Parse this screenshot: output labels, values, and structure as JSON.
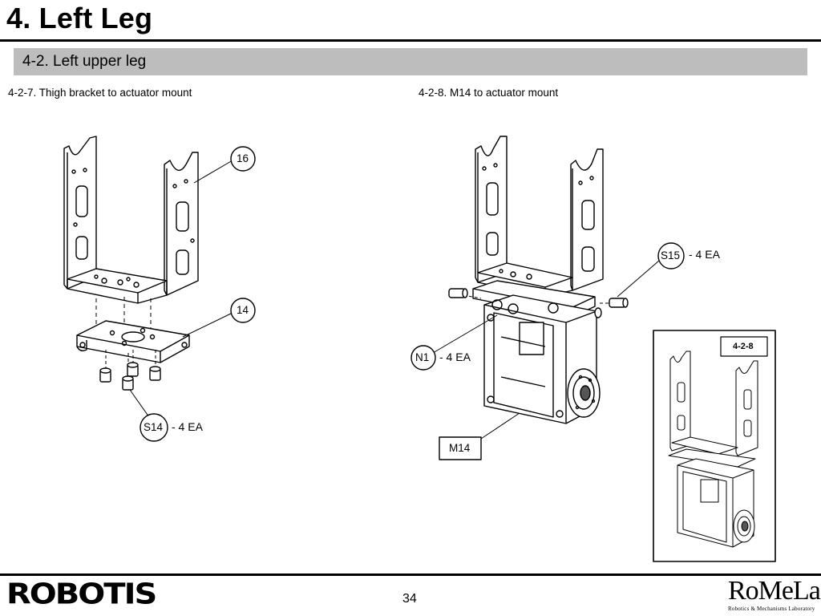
{
  "header": {
    "page_title": "4. Left Leg",
    "section_title": "4-2. Left upper leg"
  },
  "steps": {
    "left": {
      "title": "4-2-7. Thigh bracket to actuator mount",
      "callouts": {
        "part_16": "16",
        "part_14": "14",
        "screw": "S14",
        "screw_qty": "- 4 EA"
      }
    },
    "right": {
      "title": "4-2-8. M14 to actuator mount",
      "callouts": {
        "screw": "S15",
        "screw_qty": "- 4 EA",
        "nut": "N1",
        "nut_qty": "- 4 EA",
        "actuator": "M14"
      },
      "inset_label": "4-2-8"
    }
  },
  "footer": {
    "brand_left": "ROBOTIS",
    "brand_right": "RoMeLa",
    "brand_right_subtitle": "Robotics & Mechanisms Laboratory",
    "page_number": "34"
  }
}
